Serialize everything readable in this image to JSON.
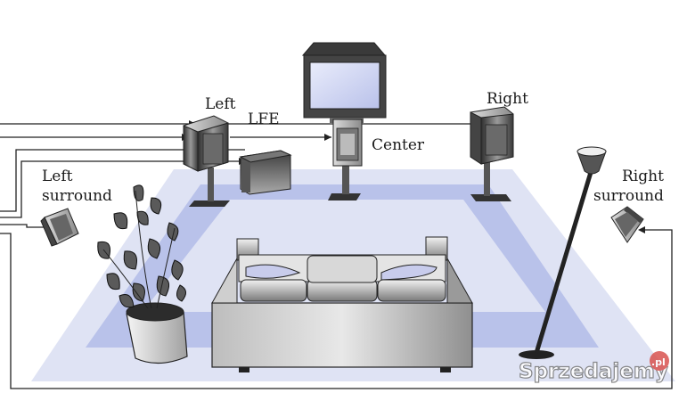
{
  "labels": {
    "left": "Left",
    "lfe": "LFE",
    "center": "Center",
    "right": "Right",
    "left_surround_1": "Left",
    "left_surround_2": "surround",
    "right_surround_1": "Right",
    "right_surround_2": "surround"
  },
  "watermark": {
    "text": "Sprzedajemy",
    "badge": ".pl"
  },
  "colors": {
    "floor_outer": "#dfe3f4",
    "floor_inner": "#b9c2ea",
    "speaker_dark": "#4a4a4a",
    "wire": "#222222",
    "watermark_badge": "#d9534f"
  }
}
